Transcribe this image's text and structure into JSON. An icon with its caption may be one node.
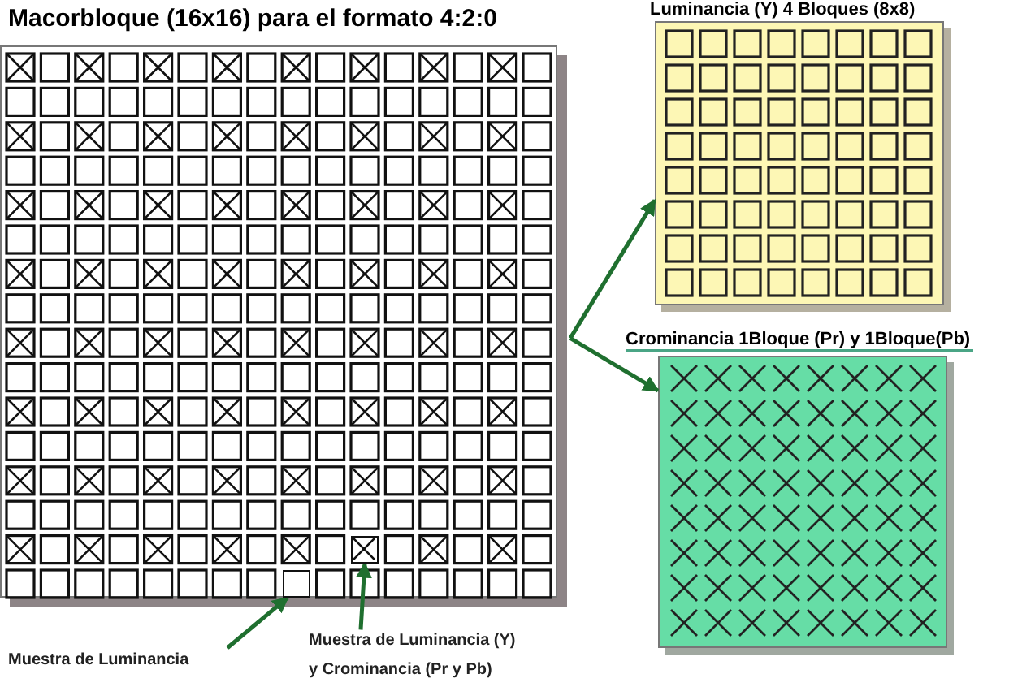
{
  "diagram": {
    "nodes": [
      {
        "text": [
          "Macorbloque (16x16) para el formato 4:2:0"
        ]
      },
      {
        "text": [
          "Luminancia (Y)  4 Bloques (8x8)"
        ]
      },
      {
        "text": [
          "Crominancia  1Bloque (Pr) y 1Bloque(Pb)"
        ]
      },
      {
        "text": [
          "Muestra de Luminancia"
        ]
      },
      {
        "text": [
          "Muestra de Luminancia (Y) y Crominancia (Pr y Pb)"
        ]
      },
      {
        "text": [],
        "shape": "box",
        "in": 0
      },
      {
        "text": [],
        "shape": "box",
        "in": 0
      }
    ],
    "edges": [
      {
        "from": 0,
        "to": 1,
        "arrow": "to"
      },
      {
        "from": 0,
        "to": 2,
        "arrow": "to"
      },
      {
        "from": 3,
        "to": 5,
        "arrow": "to"
      },
      {
        "from": 4,
        "to": 6,
        "arrow": "to"
      }
    ]
  }
}
